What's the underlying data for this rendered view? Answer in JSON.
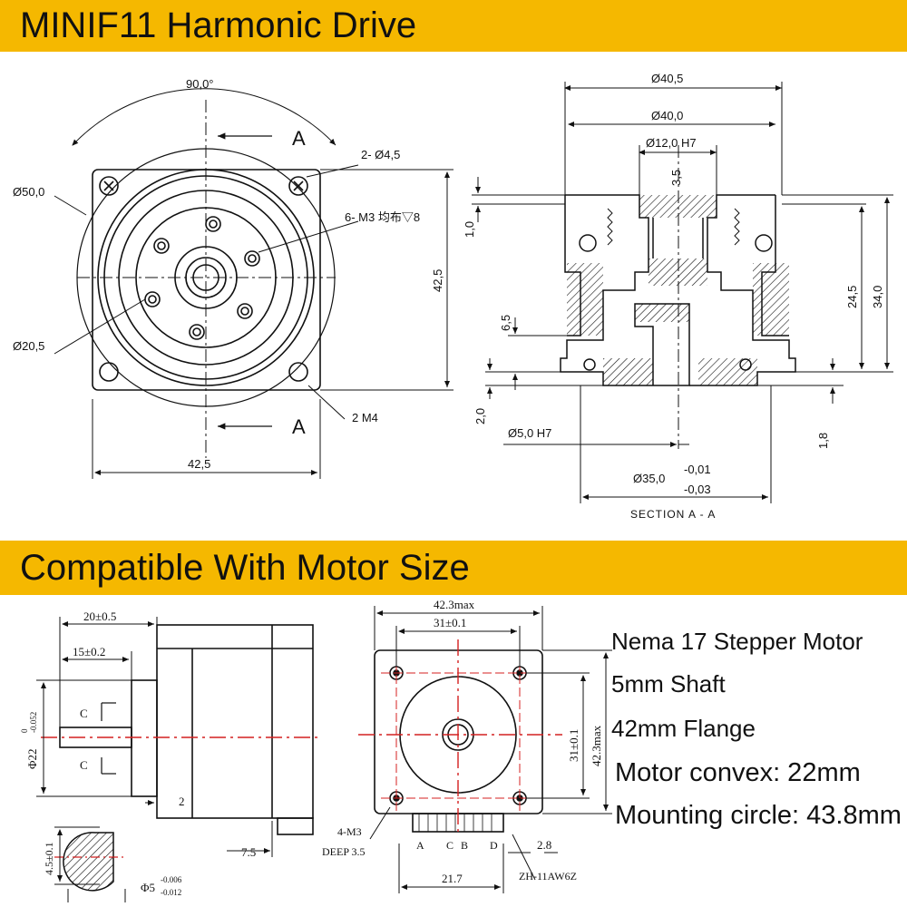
{
  "banners": {
    "top_title": "MINIF11 Harmonic Drive",
    "mid_title": "Compatible With Motor Size"
  },
  "front_view": {
    "angle": "90,0°",
    "section_mark_top": "A",
    "section_mark_bottom": "A",
    "outer_dia": "Ø50,0",
    "hole_callout": "2- Ø4,5",
    "thread_callout": "6- M3 均布▽8",
    "height": "42,5",
    "inner_dia": "Ø20,5",
    "side_thread": "2 M4",
    "width": "42,5"
  },
  "section_view": {
    "dia_top": "Ø40,5",
    "dia_second": "Ø40,0",
    "bore": "Ø12,0 H7",
    "depth_35": "3,5",
    "dim_10": "1,0",
    "dim_245": "24,5",
    "dim_340": "34,0",
    "dim_65": "6,5",
    "dim_20": "2,0",
    "shaft_bore": "Ø5,0 H7",
    "dim_18": "1,8",
    "pilot_dia": "Ø35,0",
    "tol_upper": "-0,01",
    "tol_lower": "-0,03",
    "caption": "SECTION A - A"
  },
  "motor_side": {
    "len_20": "20±0.5",
    "len_15": "15±0.2",
    "boss_dia": "Φ22",
    "boss_tol_upper": "0",
    "boss_tol_lower": "-0.052",
    "cut_c1": "C",
    "cut_c2": "C",
    "dim_2": "2",
    "dim_75": "7.5",
    "flat": "4.5±0.1",
    "shaft_dia": "Φ5",
    "shaft_tol_upper": "-0.006",
    "shaft_tol_lower": "-0.012"
  },
  "motor_front": {
    "width_max": "42.3max",
    "hole_spacing": "31±0.1",
    "vert_spacing": "31±0.1",
    "height_max": "42.3max",
    "screw": "4-M3",
    "deep": "DEEP 3.5",
    "pins": [
      "A",
      "C",
      "B",
      "D"
    ],
    "pin_width": "21.7",
    "pin_offset": "2.8",
    "connector": "ZH-11AW6Z"
  },
  "specs": [
    "Nema 17 Stepper Motor",
    "5mm Shaft",
    "42mm Flange",
    "Motor convex: 22mm",
    "Mounting circle: 43.8mm"
  ],
  "colors": {
    "banner": "#f5b800",
    "line": "#111111",
    "centerline": "#d42020"
  }
}
